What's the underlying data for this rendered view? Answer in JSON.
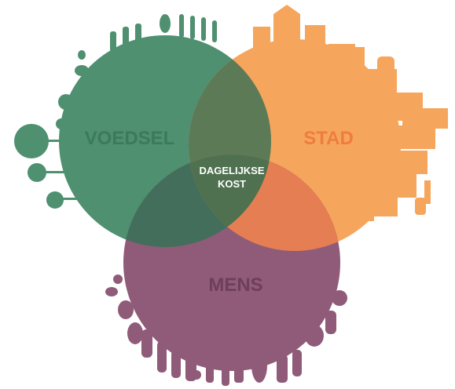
{
  "diagram": {
    "type": "venn",
    "sets": [
      {
        "key": "food",
        "label": "VOEDSEL",
        "color": "#4e9070"
      },
      {
        "key": "city",
        "label": "STAD",
        "color": "#f6a55d"
      },
      {
        "key": "people",
        "label": "MENS",
        "color": "#8f5b78"
      }
    ],
    "center_label": {
      "line1": "DAGELIJKSE",
      "line2": "KOST",
      "color": "#ffffff"
    },
    "overlap_colors": {
      "food_city": "#5d7a57",
      "food_people": "#436e5b",
      "city_people": "#e57e52",
      "all": "#4f7150"
    },
    "silhouettes": {
      "food": "trees, plants and animals",
      "city": "buildings skyline",
      "people": "people silhouettes"
    }
  }
}
